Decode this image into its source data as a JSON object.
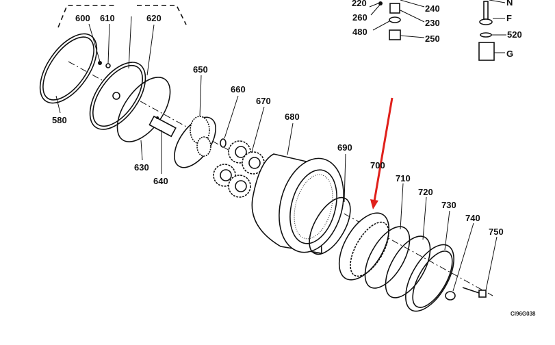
{
  "diagram": {
    "labels": [
      "600",
      "610",
      "620",
      "580",
      "650",
      "660",
      "670",
      "680",
      "630",
      "640",
      "690",
      "700",
      "710",
      "720",
      "730",
      "740",
      "750",
      "220",
      "260",
      "480",
      "240",
      "230",
      "250",
      "N",
      "F",
      "520",
      "G"
    ],
    "drawing_code": "CI96G038",
    "arrow_color": "#e0201b"
  }
}
